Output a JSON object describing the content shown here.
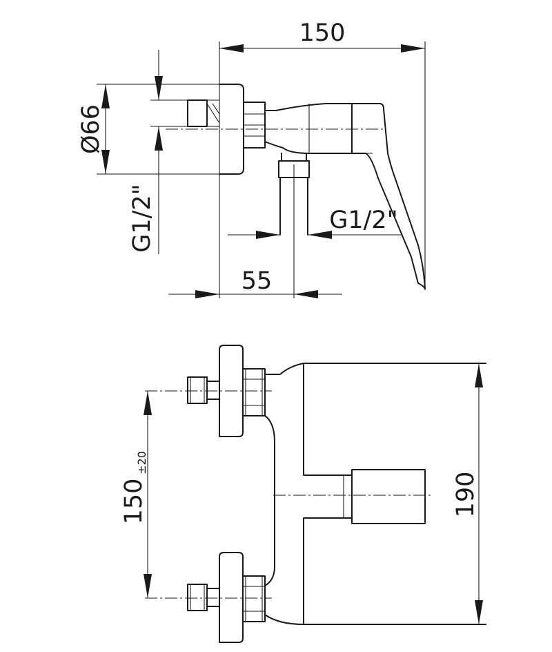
{
  "dimensions": {
    "overall_length": "150",
    "rosette_diameter": "Ø66",
    "inlet_thread": "G1/2\"",
    "outlet_thread": "G1/2\"",
    "outlet_offset": "55",
    "inlet_spacing": "150",
    "inlet_spacing_tolerance": "±20",
    "overall_height": "190"
  }
}
